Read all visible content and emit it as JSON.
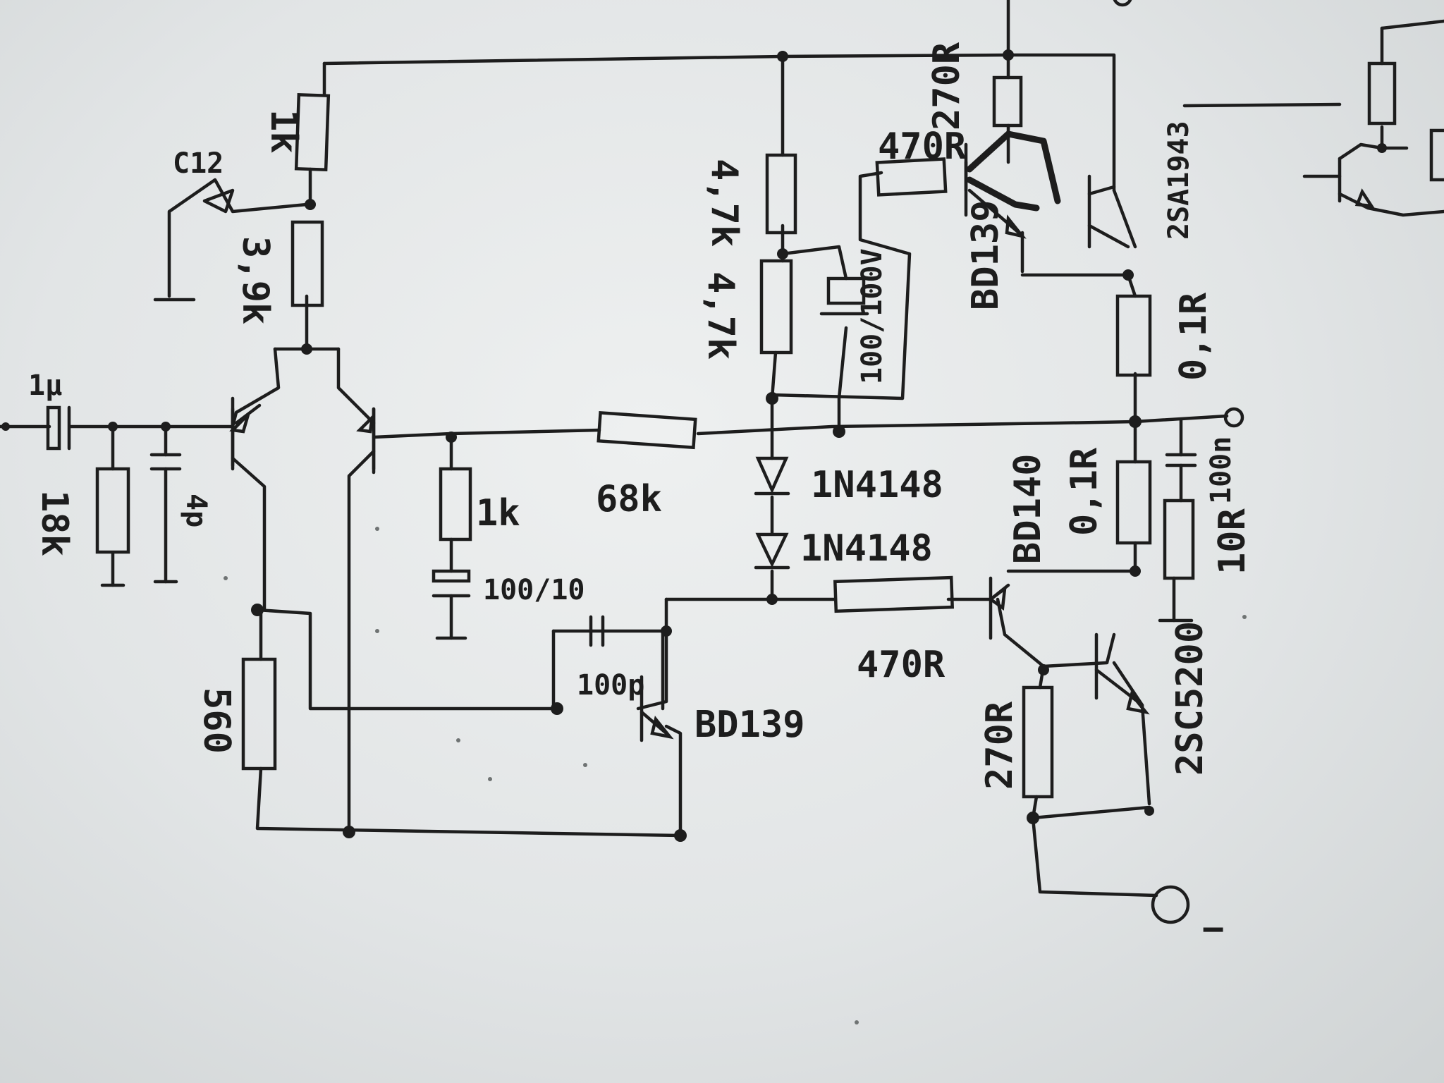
{
  "labels": {
    "r_top": "1k",
    "cap_c12": "C12",
    "r_39k": "3,9k",
    "r_in": "18k",
    "cap_in": "1µ",
    "cap_4p": "4p",
    "r_560": "560",
    "r_1k_fb": "1k",
    "cap_100_10": "100/10",
    "r_68k": "68k",
    "r_47k_top": "4,7k",
    "r_47k_bot": "4,7k",
    "cap_100_100": "100/100V",
    "d1": "1N4148",
    "d2": "1N4148",
    "r_470_low": "470R",
    "cap_100p": "100p",
    "q_bd139_vas": "BD139",
    "r_270_top": "270R",
    "r_470_top": "470R",
    "q_bd139_top": "BD139",
    "q_2sa1943": "2SA1943",
    "r_01_top": "0,1R",
    "r_01_bot": "0,1R",
    "cap_100n": "100n",
    "r_10": "10R",
    "q_bd140": "BD140",
    "q_2sc5200": "2SC5200",
    "r_270_bot": "270R",
    "minus": "−"
  }
}
